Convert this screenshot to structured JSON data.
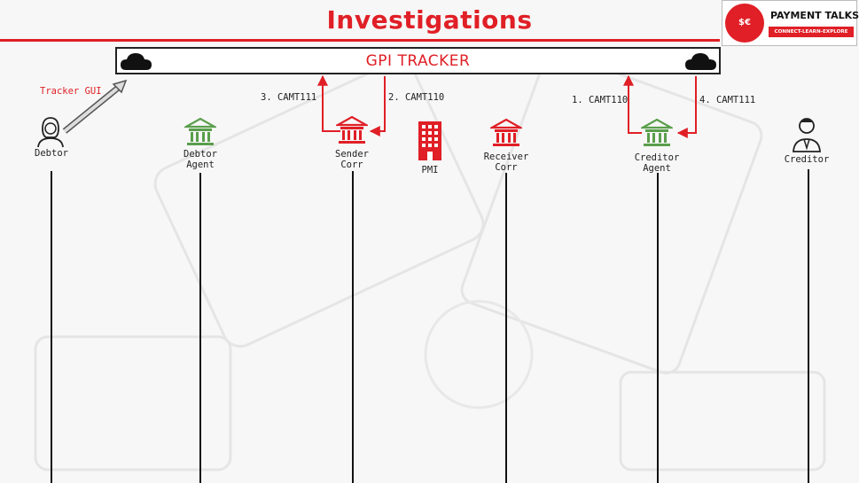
{
  "title": "Investigations",
  "logo": {
    "name": "PAYMENT TALKS",
    "tagline": "CONNECT-LEARN-EXPLORE",
    "emblem_icon": "currency-coin-icon"
  },
  "tracker": {
    "label": "GPI TRACKER",
    "cloud_icon": "cloud-icon"
  },
  "tracker_gui_label": "Tracker GUI",
  "participants": [
    {
      "id": "debtor",
      "label": "Debtor",
      "icon": "person-female-icon"
    },
    {
      "id": "debtor-agent",
      "label": "Debtor\nAgent",
      "icon": "bank-icon"
    },
    {
      "id": "sender-corr",
      "label": "Sender\nCorr",
      "icon": "bank-icon"
    },
    {
      "id": "pmi",
      "label": "PMI",
      "icon": "building-icon"
    },
    {
      "id": "receiver-corr",
      "label": "Receiver\nCorr",
      "icon": "bank-icon"
    },
    {
      "id": "creditor-agent",
      "label": "Creditor\nAgent",
      "icon": "bank-icon"
    },
    {
      "id": "creditor",
      "label": "Creditor",
      "icon": "person-male-icon"
    }
  ],
  "messages": [
    {
      "label": "1. CAMT110",
      "from": "creditor-agent",
      "to": "gpi-tracker"
    },
    {
      "label": "2. CAMT110",
      "from": "gpi-tracker",
      "to": "sender-corr"
    },
    {
      "label": "3. CAMT111",
      "from": "sender-corr",
      "to": "gpi-tracker"
    },
    {
      "label": "4. CAMT111",
      "from": "gpi-tracker",
      "to": "creditor-agent"
    }
  ],
  "colors": {
    "accent": "#e01f26",
    "green": "#5a9e4c",
    "line": "#111111"
  }
}
